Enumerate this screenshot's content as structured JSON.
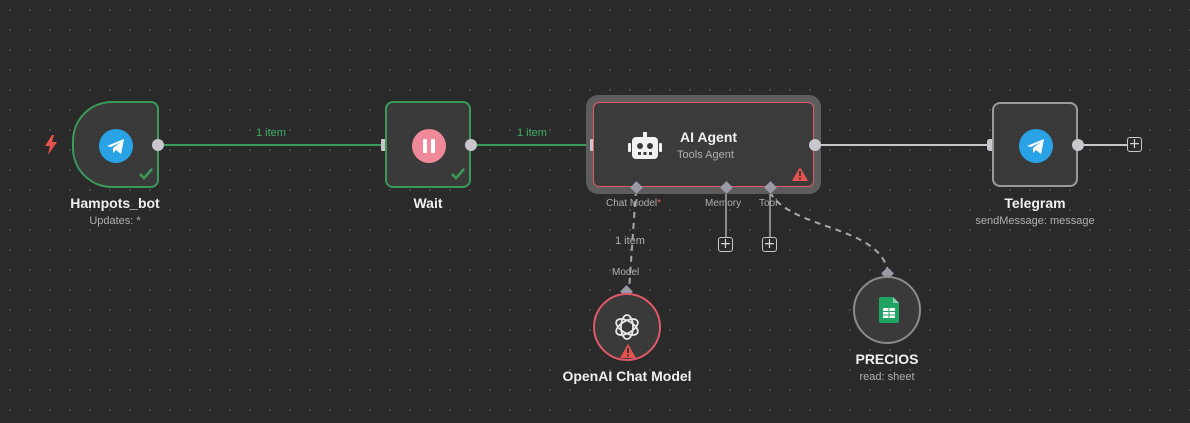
{
  "nodes": {
    "trigger": {
      "title": "Hampots_bot",
      "subtitle": "Updates: *"
    },
    "wait": {
      "title": "Wait"
    },
    "agent": {
      "title": "AI Agent",
      "subtitle": "Tools Agent"
    },
    "telegram": {
      "title": "Telegram",
      "subtitle": "sendMessage: message"
    },
    "openai": {
      "title": "OpenAI Chat Model"
    },
    "sheets": {
      "title": "PRECIOS",
      "subtitle": "read: sheet"
    }
  },
  "edges": {
    "trigger_to_wait": "1 item",
    "wait_to_agent": "1 item",
    "model_link": "1 item"
  },
  "ports": {
    "chat_model": "Chat Model",
    "chat_model_required": "*",
    "memory": "Memory",
    "tool": "Tool",
    "model": "Model"
  },
  "colors": {
    "success": "#3b9a5c",
    "error": "#e0596a",
    "telegram": "#2aa3e6",
    "wait": "#f08a9a",
    "sheets": "#20a464"
  },
  "icons": {
    "trigger_bolt": "lightning-icon",
    "trigger": "telegram-icon",
    "wait": "pause-icon",
    "agent": "robot-icon",
    "telegram": "telegram-icon",
    "openai": "openai-icon",
    "sheets": "google-sheets-icon",
    "warning": "warning-icon",
    "success": "check-icon"
  }
}
